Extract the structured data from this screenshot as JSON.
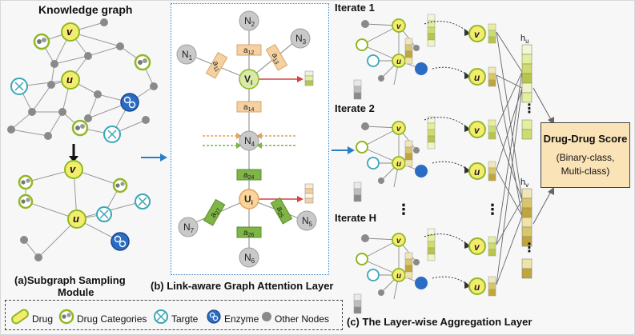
{
  "colors": {
    "drug": "#f4ec6e",
    "drug_ring": "#8fb821",
    "target": "#3aa7b4",
    "enzyme": "#2b6cc4",
    "other": "#8a8a8a",
    "attn_orange": "#f5d1a2",
    "attn_green": "#7fb446",
    "arrow_blue": "#2a7fc4",
    "score_bg": "#fbe3b8",
    "panel_border": "#3a84c6"
  },
  "panel_a": {
    "title": "Knowledge graph",
    "node_v": "v",
    "node_u": "u",
    "caption_line1": "(a)Subgraph Sampling",
    "caption_line2": "Module"
  },
  "panel_b": {
    "nodes": {
      "n1": "N",
      "n1_sub": "1",
      "n2": "N",
      "n2_sub": "2",
      "n3": "N",
      "n3_sub": "3",
      "n4": "N",
      "n4_sub": "4",
      "n5": "N",
      "n5_sub": "5",
      "n6": "N",
      "n6_sub": "6",
      "n7": "N",
      "n7_sub": "7",
      "vi": "V",
      "vi_sub": "i",
      "ui": "U",
      "ui_sub": "i"
    },
    "weights": {
      "a11": "a",
      "a11_sub": "11",
      "a12": "a",
      "a12_sub": "12",
      "a13": "a",
      "a13_sub": "13",
      "a14": "a",
      "a14_sub": "14",
      "a24": "a",
      "a24_sub": "24",
      "a25": "a",
      "a25_sub": "25",
      "a26": "a",
      "a26_sub": "26",
      "a27": "a",
      "a27_sub": "27"
    },
    "caption": "(b) Link-aware Graph Attention Layer"
  },
  "panel_c": {
    "iterations": [
      "Iterate 1",
      "Iterate 2",
      "Iterate H"
    ],
    "node_v": "v",
    "node_u": "u",
    "label_hu": "h",
    "label_hu_sub": "u",
    "label_hv": "h",
    "label_hv_sub": "v",
    "ellipsis": "⋮",
    "caption": "(c) The Layer-wise Aggregation Layer"
  },
  "score_box": {
    "title": "Drug-Drug Score",
    "line1": "(Binary-class,",
    "line2": "Multi-class)"
  },
  "legend": {
    "drug": "Drug",
    "drug_categories": "Drug Categories",
    "target": "Targte",
    "enzyme": "Enzyme",
    "other_nodes": "Other Nodes"
  }
}
